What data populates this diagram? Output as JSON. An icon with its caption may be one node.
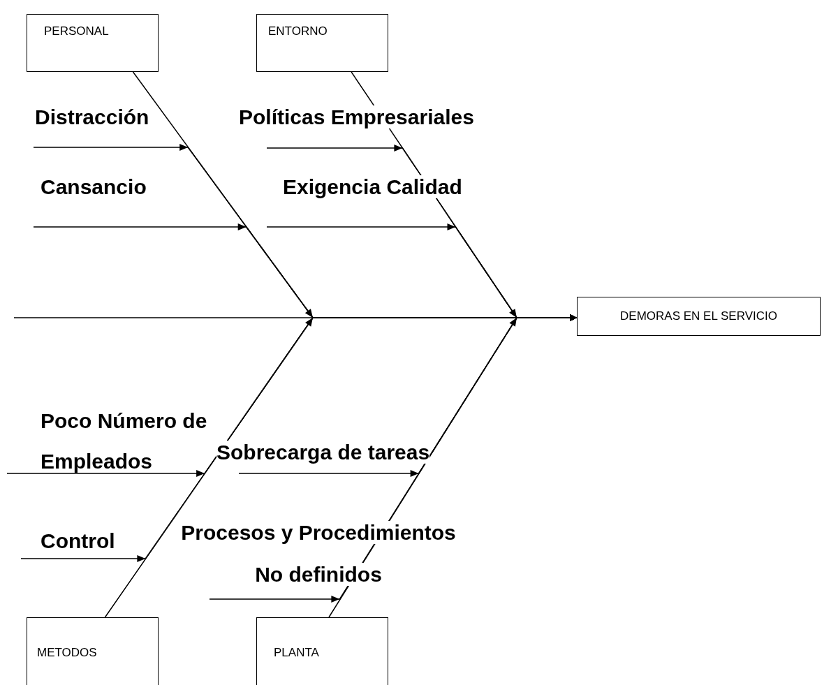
{
  "diagram": {
    "nodes": [
      {
        "text": [
          "PERSONAL"
        ]
      },
      {
        "text": [
          "ENTORNO"
        ]
      },
      {
        "text": [
          "DEMORAS EN EL SERVICIO"
        ]
      },
      {
        "text": [
          "METODOS"
        ]
      },
      {
        "text": [
          "PLANTA"
        ]
      }
    ],
    "edges": [
      {
        "from": null,
        "to": 2,
        "arrow": "to"
      },
      {
        "from": 0,
        "to": 2,
        "arrow": "to"
      },
      {
        "from": 1,
        "to": 2,
        "arrow": "to"
      },
      {
        "from": 3,
        "to": 2,
        "arrow": "to"
      },
      {
        "from": 4,
        "to": 2,
        "arrow": "to"
      },
      {
        "from": null,
        "to": 2,
        "arrow": "to",
        "label": "Distracción"
      },
      {
        "from": null,
        "to": 2,
        "arrow": "to",
        "label": "Políticas Empresariales"
      },
      {
        "from": null,
        "to": 2,
        "arrow": "to",
        "label": "Cansancio"
      },
      {
        "from": null,
        "to": 2,
        "arrow": "to",
        "label": "Exigencia Calidad"
      },
      {
        "from": null,
        "to": 2,
        "arrow": "to",
        "label": "Poco Número de Empleados"
      },
      {
        "from": null,
        "to": 2,
        "arrow": "to",
        "label": "Sobrecarga de tareas"
      },
      {
        "from": null,
        "to": 2,
        "arrow": "to",
        "label": "Control"
      },
      {
        "from": null,
        "to": 2,
        "arrow": "to",
        "label": "Procesos y Procedimientos No definidos"
      }
    ]
  }
}
